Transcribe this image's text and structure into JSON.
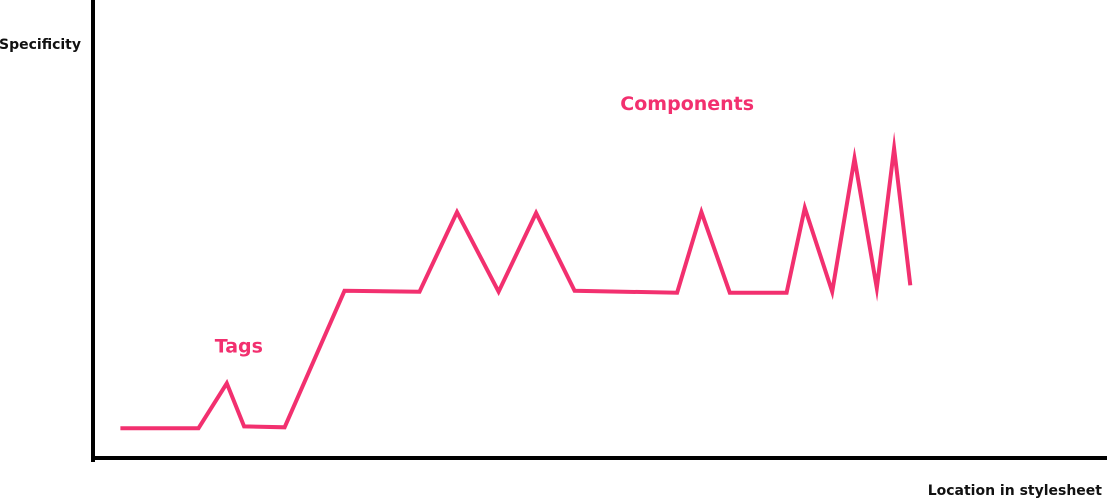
{
  "chart_data": {
    "type": "line",
    "title": "",
    "xlabel": "Location in stylesheet",
    "ylabel": "Specificity",
    "xlim": [
      0,
      100
    ],
    "ylim": [
      0,
      100
    ],
    "grid": false,
    "ticks": false,
    "series": [
      {
        "color": "#f2306f",
        "x": [
          2.7,
          10.4,
          13.2,
          14.9,
          18.9,
          24.8,
          32.2,
          35.9,
          40.0,
          43.7,
          47.5,
          57.6,
          60.0,
          62.8,
          68.4,
          70.2,
          72.9,
          75.1,
          77.3,
          79.0,
          80.6
        ],
        "y": [
          6.5,
          6.5,
          16.3,
          6.9,
          6.7,
          36.5,
          36.3,
          53.7,
          36.3,
          53.5,
          36.5,
          36.1,
          53.7,
          36.1,
          36.1,
          54.6,
          36.3,
          65.4,
          37.1,
          67.6,
          37.7
        ]
      }
    ],
    "annotations": [
      {
        "text": "Tags",
        "x": 12.0,
        "y": 23.0
      },
      {
        "text": "Components",
        "x": 52.0,
        "y": 76.0
      }
    ],
    "colors": {
      "axis": "#000000",
      "line": "#f2306f",
      "annotation": "#f2306f"
    }
  }
}
